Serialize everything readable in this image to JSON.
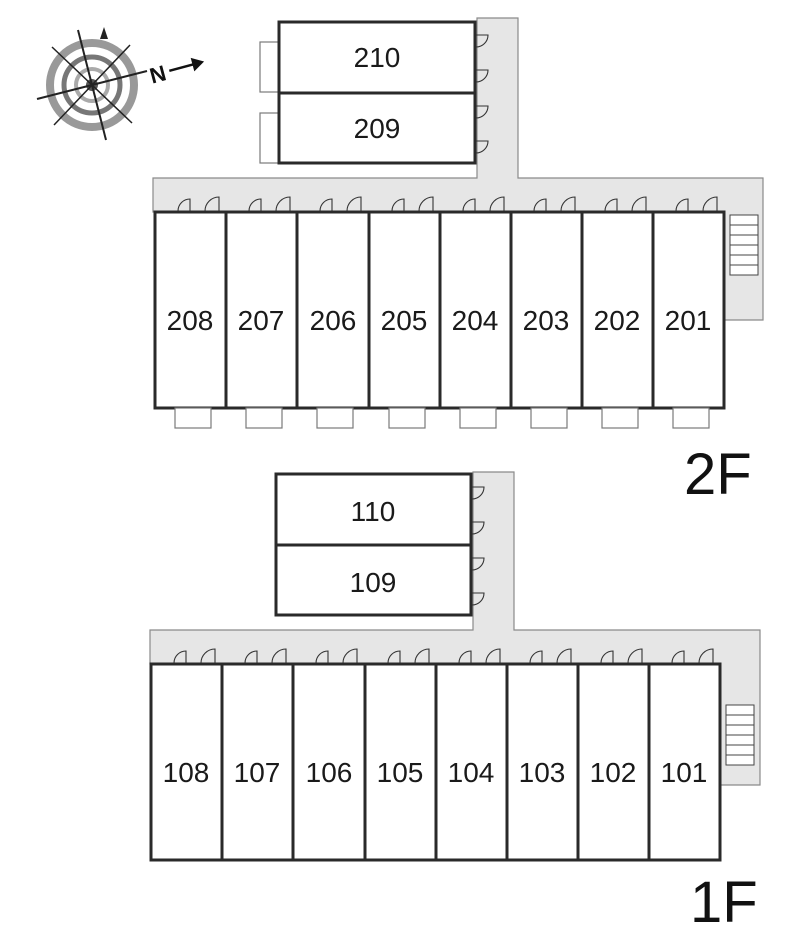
{
  "compass": {
    "icon": "compass-icon",
    "north_label": "N"
  },
  "floors": [
    {
      "label": "2F",
      "upper_units": [
        "210",
        "209"
      ],
      "main_units": [
        "208",
        "207",
        "206",
        "205",
        "204",
        "203",
        "202",
        "201"
      ]
    },
    {
      "label": "1F",
      "upper_units": [
        "110",
        "109"
      ],
      "main_units": [
        "108",
        "107",
        "106",
        "105",
        "104",
        "103",
        "102",
        "101"
      ]
    }
  ]
}
